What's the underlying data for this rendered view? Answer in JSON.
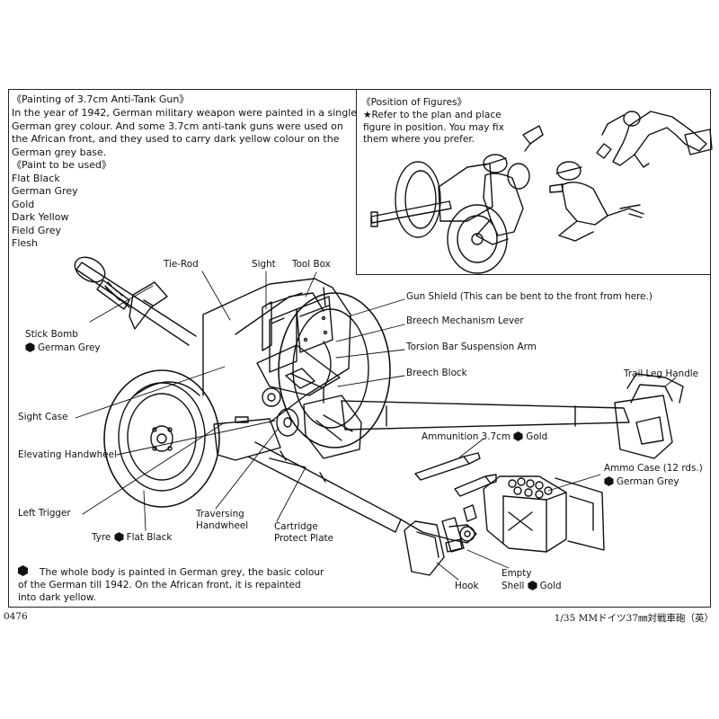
{
  "paint_section": {
    "heading": "《Painting of 3.7cm Anti-Tank Gun》",
    "lines": [
      "In the year of 1942, German military weapon were painted in a single",
      "German grey colour.  And some 3.7cm anti-tank guns were used on",
      "the African front, and they used to carry dark yellow colour on the",
      "German grey base."
    ],
    "paint_heading": "《Paint to be used》",
    "paints": [
      "Flat Black",
      "German Grey",
      "Gold",
      "Dark Yellow",
      "Field Grey",
      "Flesh"
    ]
  },
  "figures_section": {
    "heading": "《Position of Figures》",
    "lines": [
      "★Refer to the plan and place",
      "figure in position.  You may fix",
      "them where you prefer."
    ]
  },
  "labels": {
    "tie_rod": "Tie-Rod",
    "sight": "Sight",
    "tool_box": "Tool Box",
    "gun_shield": "Gun Shield (This can be bent to the front from here.)",
    "breech_lever": "Breech Mechanism Lever",
    "torsion_bar": "Torsion Bar Suspension Arm",
    "breech_block": "Breech Block",
    "trail_leg_handle": "Trail Leg Handle",
    "stick_bomb": "Stick Bomb",
    "stick_bomb_color": "German Grey",
    "sight_case": "Sight Case",
    "elevating_handwheel": "Elevating Handwheel",
    "left_trigger": "Left Trigger",
    "traversing_1": "Traversing",
    "traversing_2": "Handwheel",
    "tyre": "Tyre",
    "tyre_color": "Flat Black",
    "cartridge_1": "Cartridge",
    "cartridge_2": "Protect Plate",
    "ammunition": "Ammunition 3.7cm",
    "ammunition_color": "Gold",
    "ammo_case": "Ammo Case (12 rds.)",
    "ammo_case_color": "German Grey",
    "hook": "Hook",
    "empty_1": "Empty",
    "empty_2": "Shell",
    "empty_color": "Gold"
  },
  "note": {
    "lines": [
      "The whole body is painted in German grey, the basic colour",
      "of the German till 1942.  On the African front, it is repainted",
      "into dark yellow."
    ]
  },
  "footer": {
    "left": "0476",
    "right": "1/35 MMドイツ37㎜対戦車砲（英）"
  }
}
